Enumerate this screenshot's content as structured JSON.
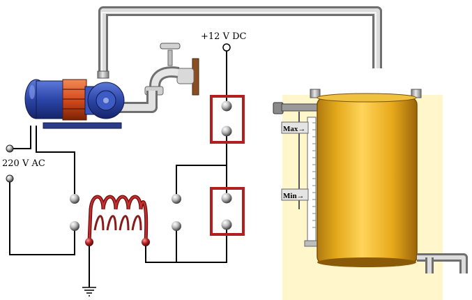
{
  "labels": {
    "supply_dc": "+12 V DC",
    "supply_ac": "220  V AC",
    "level_max": "Max→",
    "level_min": "Min→"
  },
  "icons": {
    "pump": "centrifugal-pump-icon",
    "faucet": "faucet-icon",
    "tank": "water-tank-icon",
    "ground": "ground-icon",
    "coil": "relay-coil-icon"
  },
  "colors": {
    "pipe": "#b9b9b9",
    "pipe_edge": "#6f6f6f",
    "tank": "#e8b020",
    "pump": "#2c45a8",
    "motor_band": "#d64b1c",
    "coil": "#b02020",
    "switch_frame": "#b02020",
    "tank_background": "#fff6cc",
    "wire": "#000000"
  }
}
